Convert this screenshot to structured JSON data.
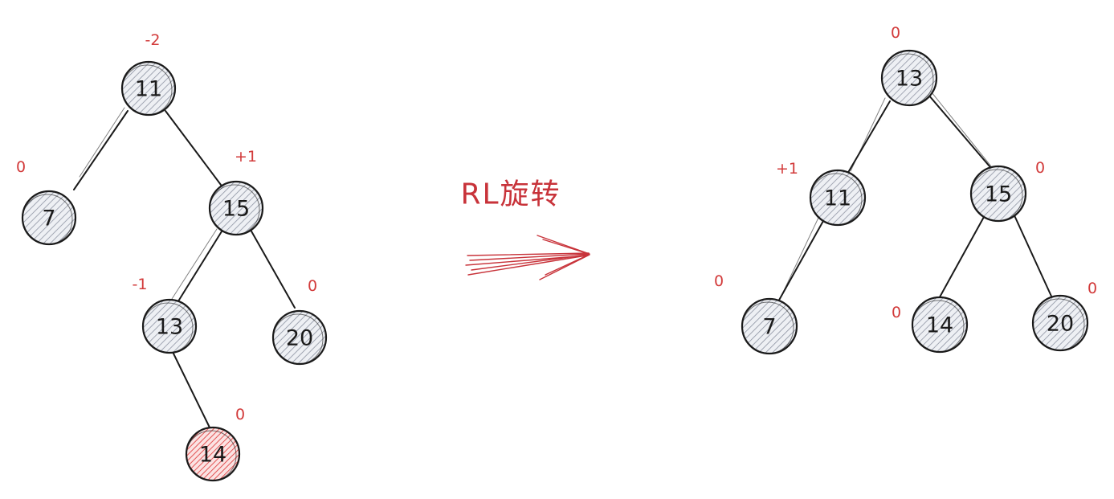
{
  "diagram": {
    "operation_label": "RL旋转",
    "colors": {
      "edge": "#1a1a1a",
      "node_fill": "#c9ccd4",
      "node_fill_highlight": "#e05050",
      "balance_factor": "#d23a3a",
      "arrow": "#c8333a"
    },
    "before_tree": {
      "nodes": [
        {
          "id": "b11",
          "label": "11",
          "balance": "-2",
          "highlight": false
        },
        {
          "id": "b7",
          "label": "7",
          "balance": "0",
          "highlight": false
        },
        {
          "id": "b15",
          "label": "15",
          "balance": "+1",
          "highlight": false
        },
        {
          "id": "b13",
          "label": "13",
          "balance": "-1",
          "highlight": false
        },
        {
          "id": "b20",
          "label": "20",
          "balance": "0",
          "highlight": false
        },
        {
          "id": "b14",
          "label": "14",
          "balance": "0",
          "highlight": true
        }
      ],
      "edges": [
        [
          "b11",
          "b7"
        ],
        [
          "b11",
          "b15"
        ],
        [
          "b15",
          "b13"
        ],
        [
          "b15",
          "b20"
        ],
        [
          "b13",
          "b14"
        ]
      ]
    },
    "after_tree": {
      "nodes": [
        {
          "id": "a13",
          "label": "13",
          "balance": "0",
          "highlight": false
        },
        {
          "id": "a11",
          "label": "11",
          "balance": "+1",
          "highlight": false
        },
        {
          "id": "a15",
          "label": "15",
          "balance": "0",
          "highlight": false
        },
        {
          "id": "a7",
          "label": "7",
          "balance": "0",
          "highlight": false
        },
        {
          "id": "a14",
          "label": "14",
          "balance": "0",
          "highlight": false
        },
        {
          "id": "a20",
          "label": "20",
          "balance": "0",
          "highlight": false
        }
      ],
      "edges": [
        [
          "a13",
          "a11"
        ],
        [
          "a13",
          "a15"
        ],
        [
          "a11",
          "a7"
        ],
        [
          "a15",
          "a14"
        ],
        [
          "a15",
          "a20"
        ]
      ]
    }
  }
}
